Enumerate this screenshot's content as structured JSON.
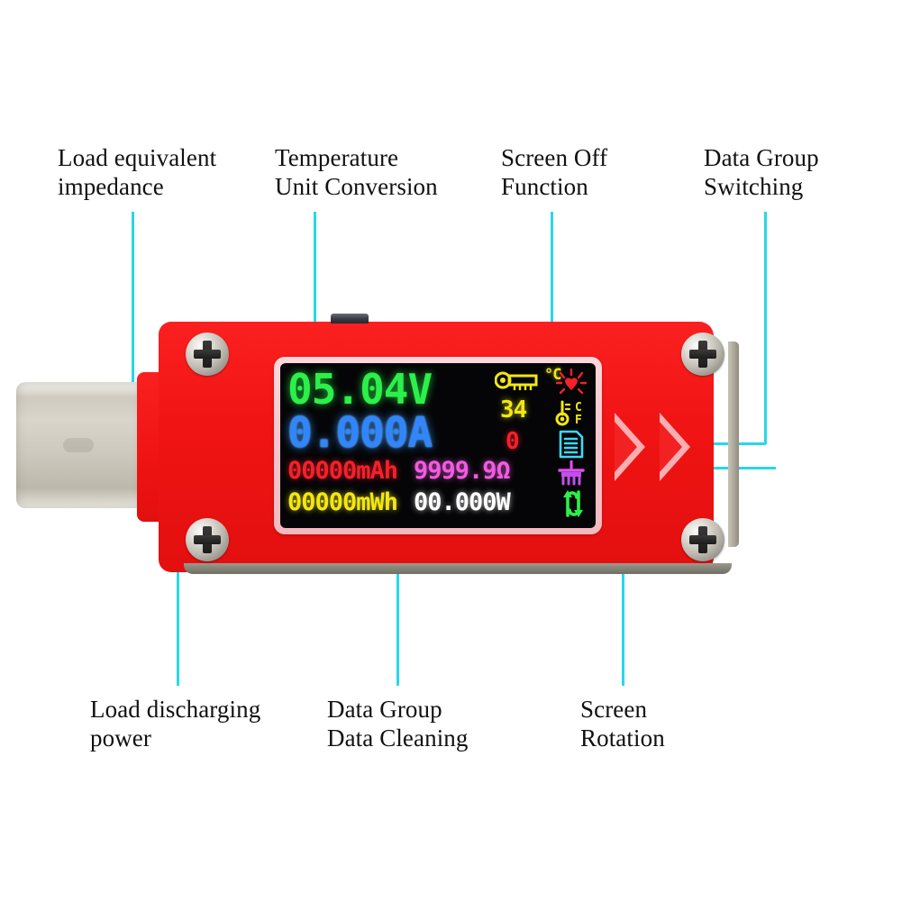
{
  "callouts": [
    {
      "id": "load-equivalent-impedance",
      "text": "Load equivalent\nimpedance"
    },
    {
      "id": "temperature-unit-conversion",
      "text": "Temperature\nUnit Conversion"
    },
    {
      "id": "screen-off-function",
      "text": "Screen Off\nFunction"
    },
    {
      "id": "data-group-switching",
      "text": "Data Group\nSwitching"
    },
    {
      "id": "load-discharging-power",
      "text": "Load discharging\npower"
    },
    {
      "id": "data-group-data-cleaning",
      "text": "Data Group\nData Cleaning"
    },
    {
      "id": "screen-rotation",
      "text": "Screen\nRotation"
    }
  ],
  "lcd": {
    "voltage": "05.04V",
    "current": "0.000A",
    "capacity_mah": "00000mAh",
    "energy_mwh": "00000mWh",
    "resistance": "9999.9Ω",
    "power": "00.000W",
    "temperature_value": "34",
    "temperature_unit": "°C",
    "data_group": "0",
    "cf_c": "C",
    "cf_f": "F",
    "icons": [
      {
        "name": "thermometer-horizontal-icon",
        "color": "#f2e711"
      },
      {
        "name": "brightness-screen-off-icon",
        "color": "#f5202a"
      },
      {
        "name": "temperature-unit-cf-icon",
        "color": "#f2e711"
      },
      {
        "name": "data-group-document-icon",
        "color": "#3fd8f7"
      },
      {
        "name": "data-cleaning-broom-icon",
        "color": "#e04ff0"
      },
      {
        "name": "screen-rotation-icon",
        "color": "#2bf04a"
      }
    ]
  },
  "device": {
    "body_color": "#f21616",
    "bezel_color": "#f6c4ca",
    "connector": "usb-c-plug",
    "chevron_color": "#f8bcc0",
    "leader_line_color": "#28d7e8"
  }
}
